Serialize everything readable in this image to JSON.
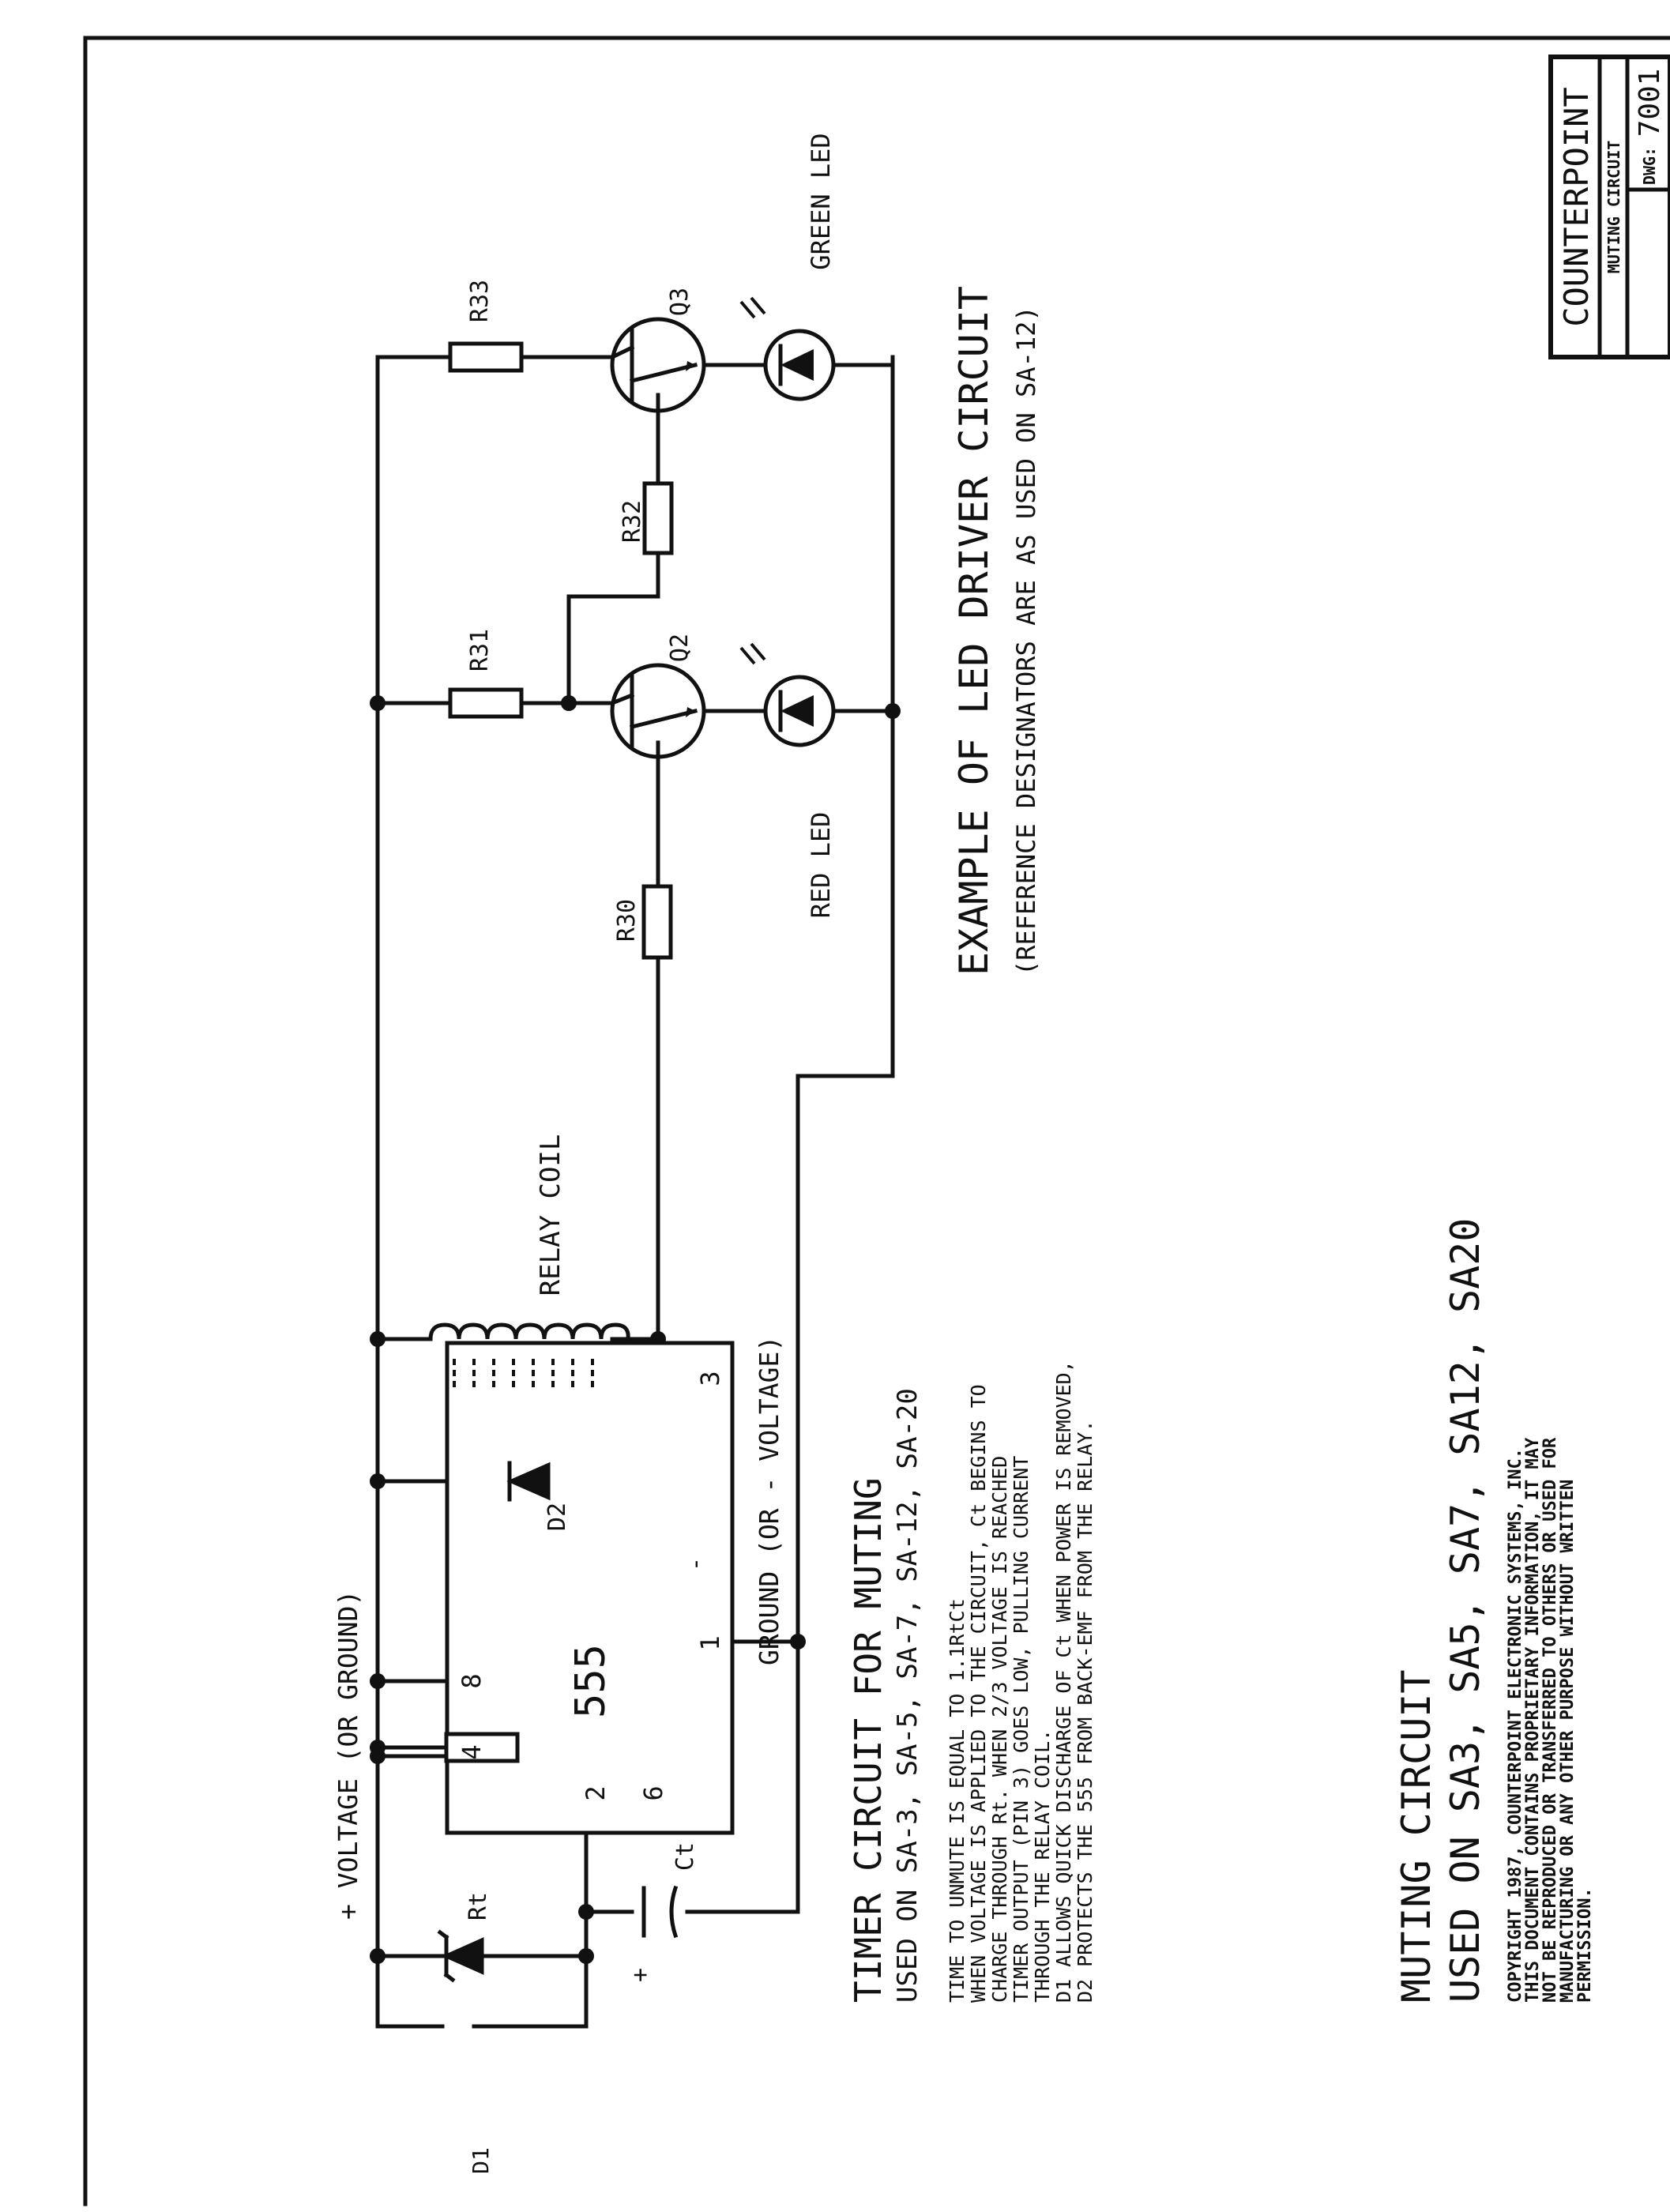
{
  "rails": {
    "positive": "+ VOLTAGE (OR GROUND)",
    "ground": "GROUND (OR - VOLTAGE)"
  },
  "components": {
    "d1": "D1",
    "rt": "Rt",
    "ct": "Ct",
    "d2": "D2",
    "relay": "RELAY COIL",
    "r30": "R30",
    "r31": "R31",
    "r32": "R32",
    "r33": "R33",
    "q2": "Q2",
    "q3": "Q3",
    "red_led": "RED LED",
    "green_led": "GREEN LED",
    "ic": {
      "label": "555",
      "pin_2": "2",
      "pin_4": "4",
      "pin_8": "8",
      "pin_6": "6",
      "pin_1": "1",
      "pin_3": "3"
    },
    "ct_plus": "+",
    "minus_mark": "-"
  },
  "led_example": {
    "title": "EXAMPLE OF LED DRIVER CIRCUIT",
    "subtitle": "(REFERENCE DESIGNATORS ARE AS USED ON SA-12)"
  },
  "timer": {
    "title": "TIMER CIRCUIT FOR MUTING",
    "subtitle": "USED ON SA-3, SA-5, SA-7, SA-12, SA-20",
    "notes": [
      "TIME TO UNMUTE IS EQUAL TO 1.1RtCt",
      "WHEN VOLTAGE IS APPLIED TO THE CIRCUIT, Ct BEGINS TO",
      "CHARGE THROUGH Rt.  WHEN 2/3 VOLTAGE IS REACHED",
      "TIMER OUTPUT (PIN 3) GOES LOW, PULLING CURRENT",
      "THROUGH THE RELAY COIL.",
      "D1 ALLOWS QUICK DISCHARGE OF Ct WHEN POWER IS REMOVED,",
      "D2 PROTECTS THE 555 FROM BACK-EMF FROM THE RELAY."
    ]
  },
  "muting": {
    "title": "MUTING CIRCUIT",
    "subtitle": "USED ON SA3, SA5, SA7, SA12, SA20"
  },
  "copyright": [
    "COPYRIGHT 1987, COUNTERPOINT ELECTRONIC SYSTEMS, INC.",
    "THIS DOCUMENT CONTAINS PROPRIETARY INFORMATION, IT MAY",
    "NOT BE REPRODUCED OR TRANSFERRED TO OTHERS OR USED FOR",
    "MANUFACTURING OR ANY OTHER PURPOSE WITHOUT WRITTEN",
    "PERMISSION."
  ],
  "title_block": {
    "company": "COUNTERPOINT",
    "drawing_title": "MUTING CIRCUIT",
    "dwg_label": "DWG:",
    "dwg_number": "7001"
  }
}
